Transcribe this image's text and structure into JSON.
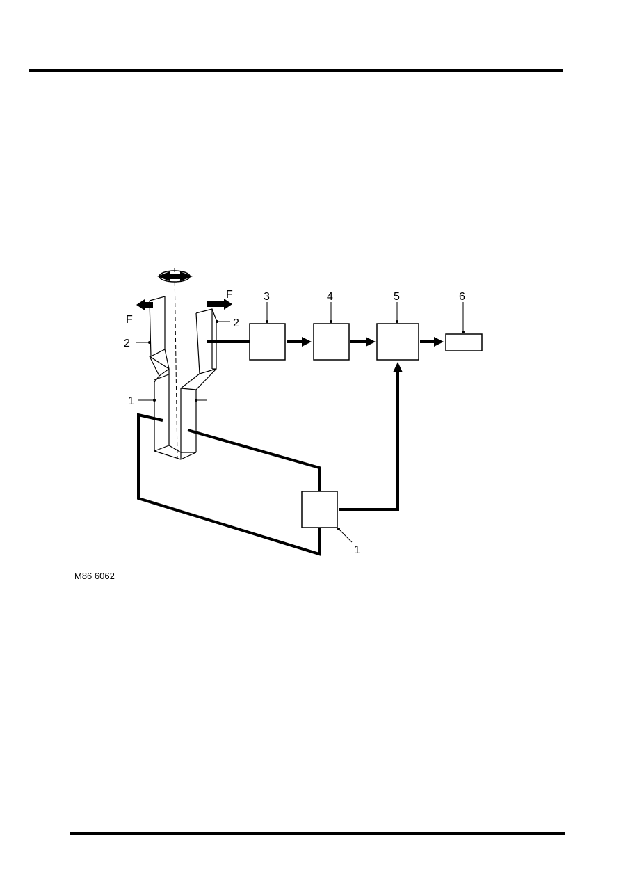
{
  "figure": {
    "id": "M86 6062",
    "labels": {
      "force_left": "F",
      "force_right": "F",
      "coil_left": "2",
      "coil_right": "2",
      "drive_left": "1",
      "drive_unit": "1",
      "block_3": "3",
      "block_4": "4",
      "block_5": "5",
      "block_6": "6"
    }
  }
}
